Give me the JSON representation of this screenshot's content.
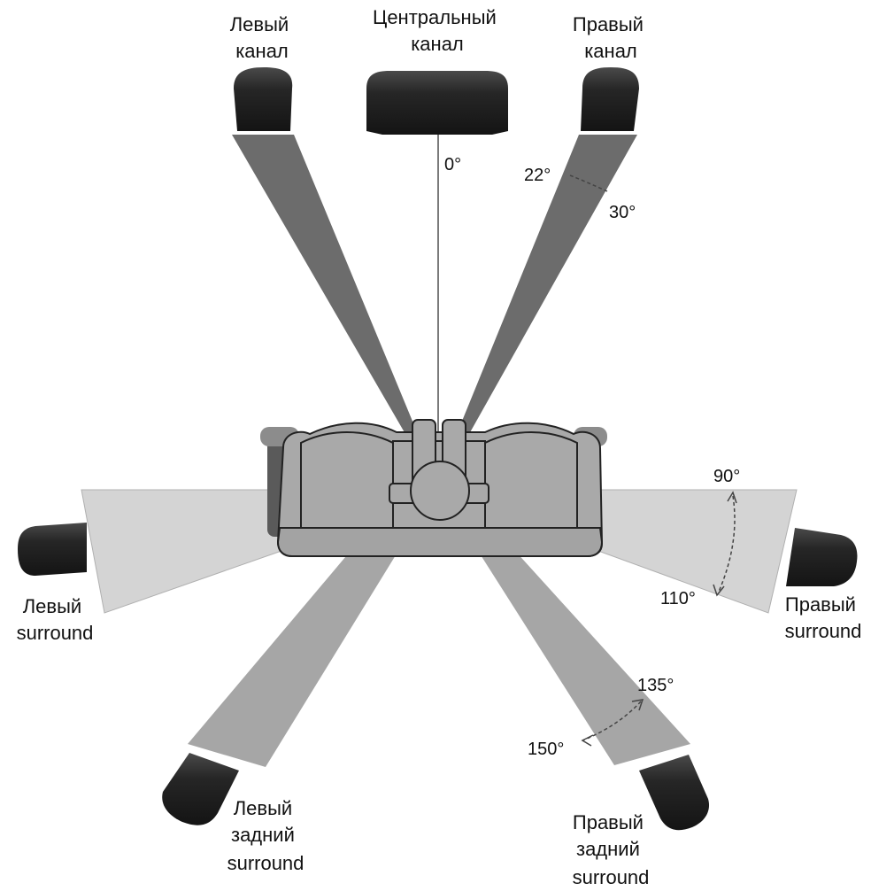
{
  "labels": {
    "left": [
      "Левый",
      "канал"
    ],
    "center": [
      "Центральный",
      "канал"
    ],
    "right": [
      "Правый",
      "канал"
    ],
    "left_surround": [
      "Левый",
      "surround"
    ],
    "right_surround": [
      "Правый",
      "surround"
    ],
    "left_back": [
      "Левый",
      "задний",
      "surround"
    ],
    "right_back": [
      "Правый",
      "задний",
      "surround"
    ]
  },
  "angles": {
    "center": "0°",
    "front_min": "22°",
    "front_max": "30°",
    "side_min": "90°",
    "side_max": "110°",
    "back_min": "135°",
    "back_max": "150°"
  },
  "colors": {
    "speaker": "#1f1f1f",
    "front_beam": "#6c6c6c",
    "side_beam": "#d4d4d4",
    "back_beam": "#a6a6a6",
    "sofa": "#a9a9a9",
    "outline": "#222222"
  }
}
